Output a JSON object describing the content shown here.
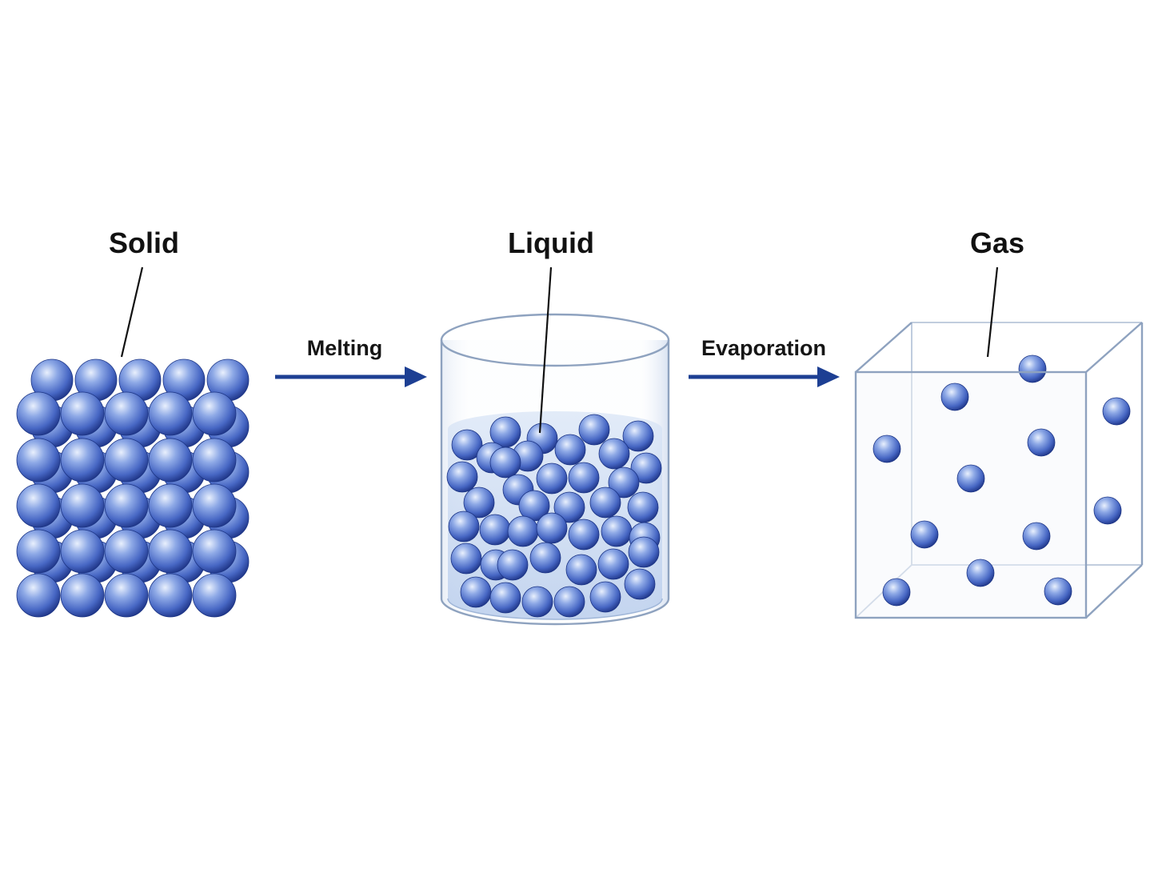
{
  "states": {
    "solid": "Solid",
    "liquid": "Liquid",
    "gas": "Gas"
  },
  "processes": {
    "melting": "Melting",
    "evaporation": "Evaporation"
  },
  "colors": {
    "particle_light": "#cfdcf7",
    "particle_mid": "#5d7fd0",
    "particle_dark": "#1f3a8e",
    "arrow": "#1d3f93",
    "liquid": "#c9daf2",
    "glass": "#8ea2bf"
  }
}
